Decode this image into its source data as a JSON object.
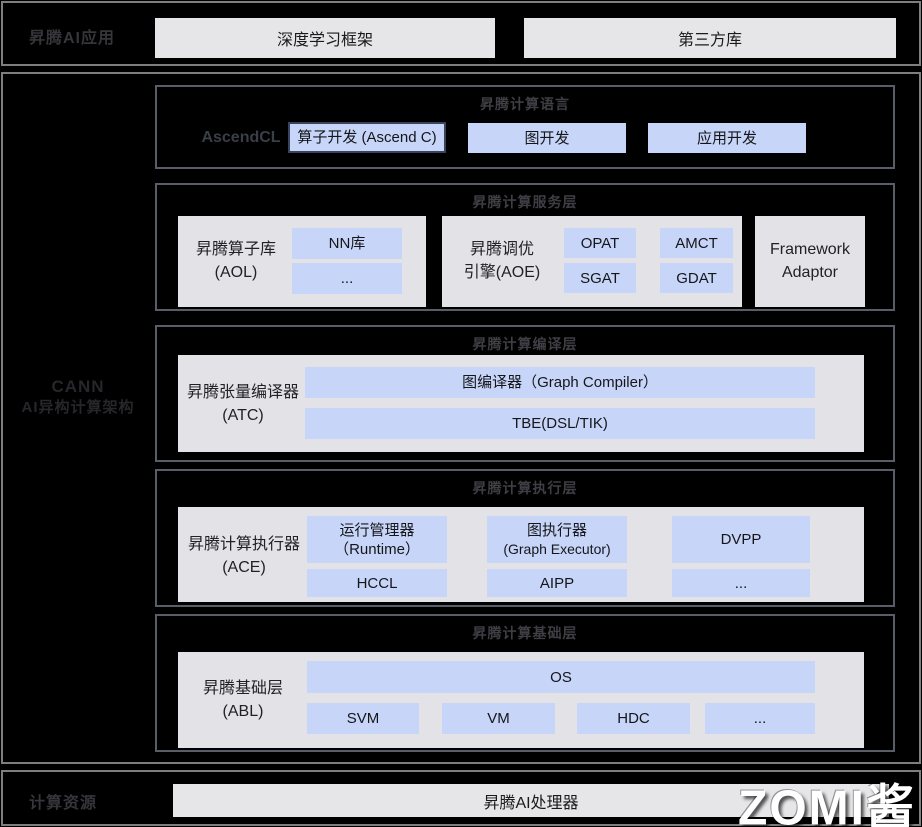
{
  "colors": {
    "background": "#000000",
    "section_border": "#7e7e7e",
    "layer_border": "#595d67",
    "panel_bg": "#e3e3e7",
    "light_box_bg": "#e6e6e8",
    "blue_box_bg": "#c7d5f8",
    "highlight_border": "#39435c",
    "watermark_color": "#ffffff"
  },
  "app_section": {
    "label": "昇腾AI应用",
    "framework_box": "深度学习框架",
    "thirdparty_box": "第三方库"
  },
  "cann_section": {
    "name_line1": "CANN",
    "name_line2": "AI异构计算架构",
    "language_layer": {
      "title": "昇腾计算语言",
      "side_label": "AscendCL",
      "boxes": [
        "算子开发 (Ascend C)",
        "图开发",
        "应用开发"
      ]
    },
    "service_layer": {
      "title": "昇腾计算服务层",
      "aol": {
        "label_line1": "昇腾算子库",
        "label_line2": "(AOL)",
        "boxes": [
          "NN库",
          "..."
        ]
      },
      "aoe": {
        "label_line1": "昇腾调优",
        "label_line2": "引擎(AOE)",
        "boxes": [
          "OPAT",
          "AMCT",
          "SGAT",
          "GDAT"
        ]
      },
      "framework_adaptor": {
        "line1": "Framework",
        "line2": "Adaptor"
      }
    },
    "compile_layer": {
      "title": "昇腾计算编译层",
      "atc": {
        "label_line1": "昇腾张量编译器",
        "label_line2": "(ATC)",
        "bars": [
          "图编译器（Graph Compiler）",
          "TBE(DSL/TIK)"
        ]
      }
    },
    "execute_layer": {
      "title": "昇腾计算执行层",
      "ace": {
        "label_line1": "昇腾计算执行器",
        "label_line2": "(ACE)",
        "runtime_line1": "运行管理器",
        "runtime_line2": "（Runtime）",
        "graph_executor_line1": "图执行器",
        "graph_executor_line2": "(Graph Executor)",
        "dvpp": "DVPP",
        "hccl": "HCCL",
        "aipp": "AIPP",
        "more": "..."
      }
    },
    "base_layer": {
      "title": "昇腾计算基础层",
      "abl": {
        "label_line1": "昇腾基础层",
        "label_line2": "(ABL)",
        "os": "OS",
        "boxes": [
          "SVM",
          "VM",
          "HDC",
          "..."
        ]
      }
    }
  },
  "resource_section": {
    "label": "计算资源",
    "processor_box": "昇腾AI处理器"
  },
  "watermark": "ZOMI酱"
}
